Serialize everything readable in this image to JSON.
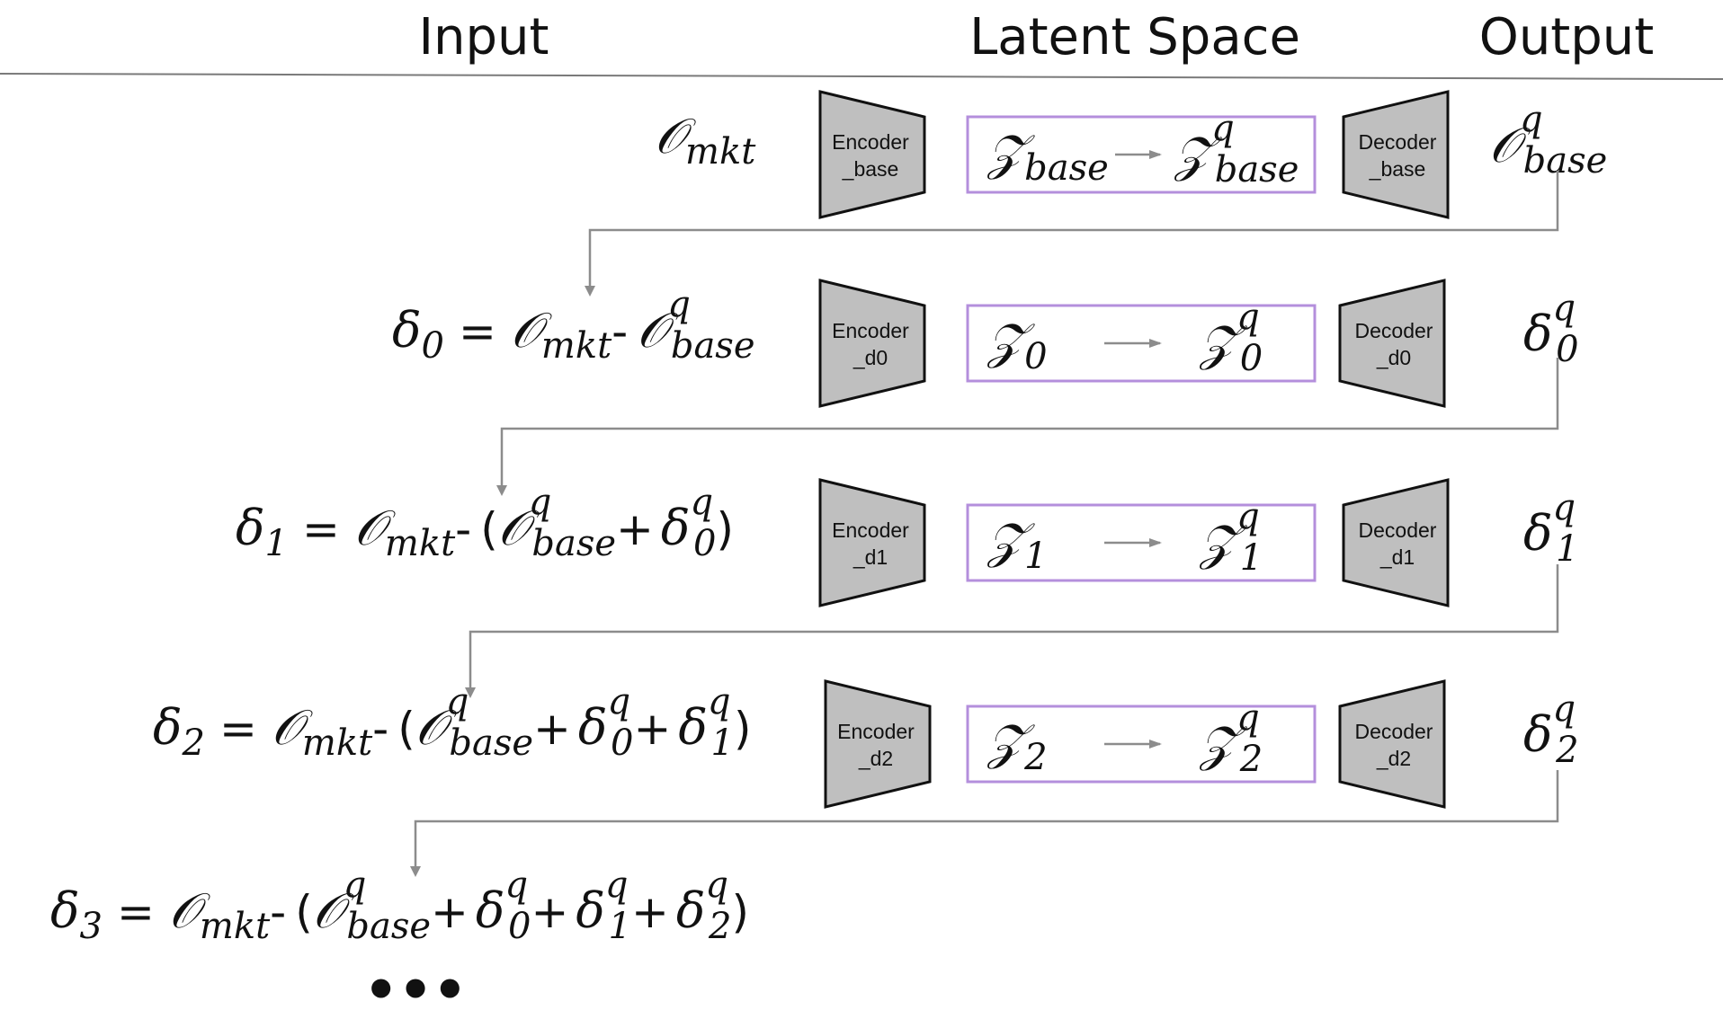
{
  "header": {
    "input": "Input",
    "latent": "Latent Space",
    "output": "Output"
  },
  "stages": [
    {
      "encoder": [
        "Encoder",
        "_base"
      ],
      "decoder": [
        "Decoder",
        "_base"
      ],
      "z_in": "𝒵",
      "z_in_sub": "base",
      "z_out": "𝒵",
      "z_out_sup": "q",
      "z_out_sub": "base",
      "output": "𝒪",
      "output_sup": "q",
      "output_sub": "base"
    },
    {
      "encoder": [
        "Encoder",
        "_d0"
      ],
      "decoder": [
        "Decoder",
        "_d0"
      ],
      "z_in": "𝒵",
      "z_in_sub": "0",
      "z_out": "𝒵",
      "z_out_sup": "q",
      "z_out_sub": "0",
      "output": "δ",
      "output_sup": "q",
      "output_sub": "0"
    },
    {
      "encoder": [
        "Encoder",
        "_d1"
      ],
      "decoder": [
        "Decoder",
        "_d1"
      ],
      "z_in": "𝒵",
      "z_in_sub": "1",
      "z_out": "𝒵",
      "z_out_sup": "q",
      "z_out_sub": "1",
      "output": "δ",
      "output_sup": "q",
      "output_sub": "1"
    },
    {
      "encoder": [
        "Encoder",
        "_d2"
      ],
      "decoder": [
        "Decoder",
        "_d2"
      ],
      "z_in": "𝒵",
      "z_in_sub": "2",
      "z_out": "𝒵",
      "z_out_sup": "q",
      "z_out_sub": "2",
      "output": "δ",
      "output_sup": "q",
      "output_sub": "2"
    }
  ],
  "inputs": {
    "o_mkt": {
      "sym": "𝒪",
      "sub": "mkt"
    },
    "delta": "δ",
    "eq": "=",
    "minus": "-",
    "plus": "+",
    "lparen": "(",
    "rparen": ")",
    "q": "q",
    "base": "base",
    "indices": [
      "0",
      "1",
      "2",
      "3"
    ]
  },
  "ellipsis": "•••",
  "colors": {
    "block_fill": "#bfbfbf",
    "latent_border": "#b48fdc",
    "arrow": "#8c8c8c",
    "rule": "#7a7a7a"
  }
}
